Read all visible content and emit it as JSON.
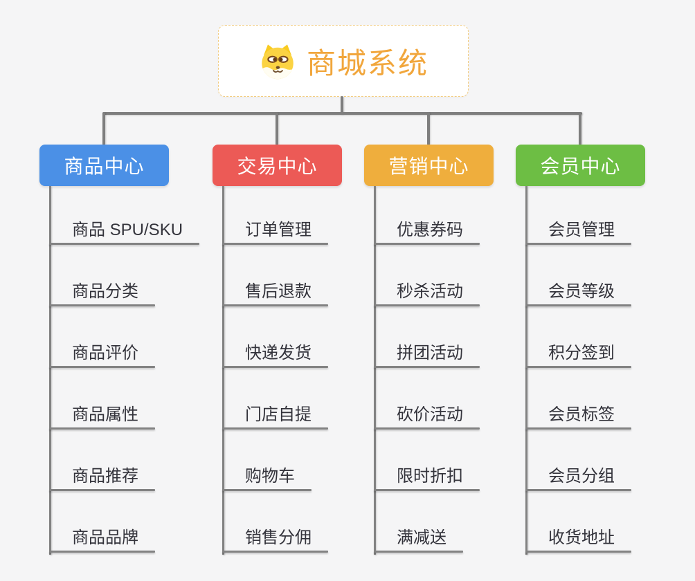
{
  "root": {
    "title": "商城系统",
    "icon": "shiba-dog-icon"
  },
  "branches": [
    {
      "id": "product-center",
      "label": "商品中心",
      "color": "#4B90E6",
      "leaves": [
        "商品 SPU/SKU",
        "商品分类",
        "商品评价",
        "商品属性",
        "商品推荐",
        "商品品牌"
      ]
    },
    {
      "id": "trade-center",
      "label": "交易中心",
      "color": "#EC5A56",
      "leaves": [
        "订单管理",
        "售后退款",
        "快递发货",
        "门店自提",
        "购物车",
        "销售分佣"
      ]
    },
    {
      "id": "marketing-center",
      "label": "营销中心",
      "color": "#EFAE3D",
      "leaves": [
        "优惠券码",
        "秒杀活动",
        "拼团活动",
        "砍价活动",
        "限时折扣",
        "满减送"
      ]
    },
    {
      "id": "member-center",
      "label": "会员中心",
      "color": "#6DBE44",
      "leaves": [
        "会员管理",
        "会员等级",
        "积分签到",
        "会员标签",
        "会员分组",
        "收货地址"
      ]
    }
  ],
  "colors": {
    "background": "#F5F5F6",
    "connector": "#7E7E7E",
    "leaf_text": "#33333B",
    "branch_text": "#FFFFFF",
    "root_text": "#F1A63C",
    "root_border": "#F2CC80",
    "root_background": "#FFFFFF"
  }
}
